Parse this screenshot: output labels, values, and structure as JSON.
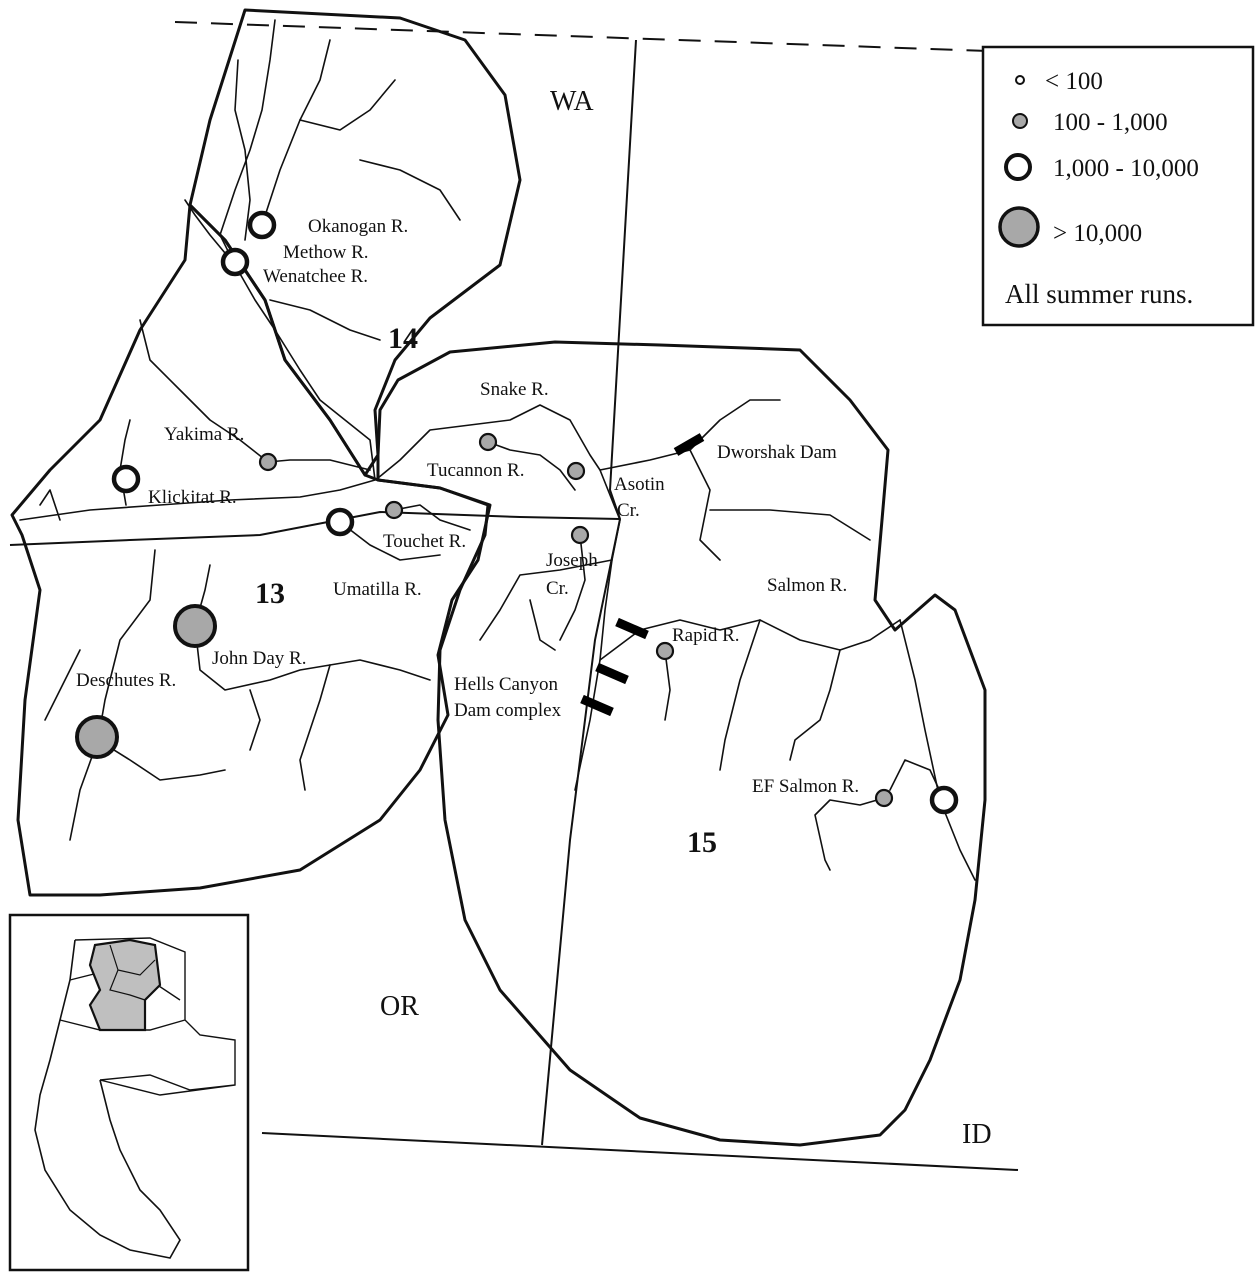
{
  "map": {
    "states": {
      "wa": "WA",
      "or": "OR",
      "id": "ID"
    },
    "esus": [
      "14",
      "13",
      "15"
    ],
    "sites": [
      {
        "label": "Okanogan R.",
        "cls": "large",
        "key": "okanogan"
      },
      {
        "label": "Methow R.",
        "cls": "large",
        "key": "methow"
      },
      {
        "label": "Wenatchee R.",
        "cls": "none",
        "key": "wenatchee"
      },
      {
        "label": "Yakima R.",
        "cls": "medium",
        "key": "yakima"
      },
      {
        "label": "Klickitat R.",
        "cls": "large",
        "key": "klickitat"
      },
      {
        "label": "Umatilla R.",
        "cls": "large",
        "key": "umatilla"
      },
      {
        "label": "Touchet R.",
        "cls": "medium",
        "key": "touchet"
      },
      {
        "label": "Snake R.",
        "cls": "none",
        "key": "snake"
      },
      {
        "label": "Tucannon R.",
        "cls": "medium",
        "key": "tucannon"
      },
      {
        "label": "Asotin Cr.",
        "cls": "medium",
        "key": "asotin"
      },
      {
        "label": "Joseph Cr.",
        "cls": "medium",
        "key": "joseph"
      },
      {
        "label": "John Day R.",
        "cls": "xlarge",
        "key": "johnday"
      },
      {
        "label": "Deschutes R.",
        "cls": "xlarge",
        "key": "deschutes"
      },
      {
        "label": "Rapid R.",
        "cls": "medium",
        "key": "rapid"
      },
      {
        "label": "Salmon R.",
        "cls": "none",
        "key": "salmon"
      },
      {
        "label": "EF Salmon R.",
        "cls": "medium",
        "key": "efsalmon"
      },
      {
        "label": "",
        "cls": "large",
        "key": "upper-salmon"
      }
    ],
    "dams": [
      {
        "label": "Dworshak Dam"
      },
      {
        "label": "Hells Canyon Dam complex"
      }
    ]
  },
  "legend": {
    "items": [
      {
        "label": "< 100",
        "symbol": "small-open-circle"
      },
      {
        "label": "100 - 1,000",
        "symbol": "small-shaded-circle"
      },
      {
        "label": "1,000 - 10,000",
        "symbol": "large-open-circle"
      },
      {
        "label": "> 10,000",
        "symbol": "large-shaded-circle"
      }
    ],
    "note": "All summer runs."
  },
  "colors": {
    "ink": "#111111",
    "shade": "#a8a8a8",
    "paper": "#ffffff"
  }
}
